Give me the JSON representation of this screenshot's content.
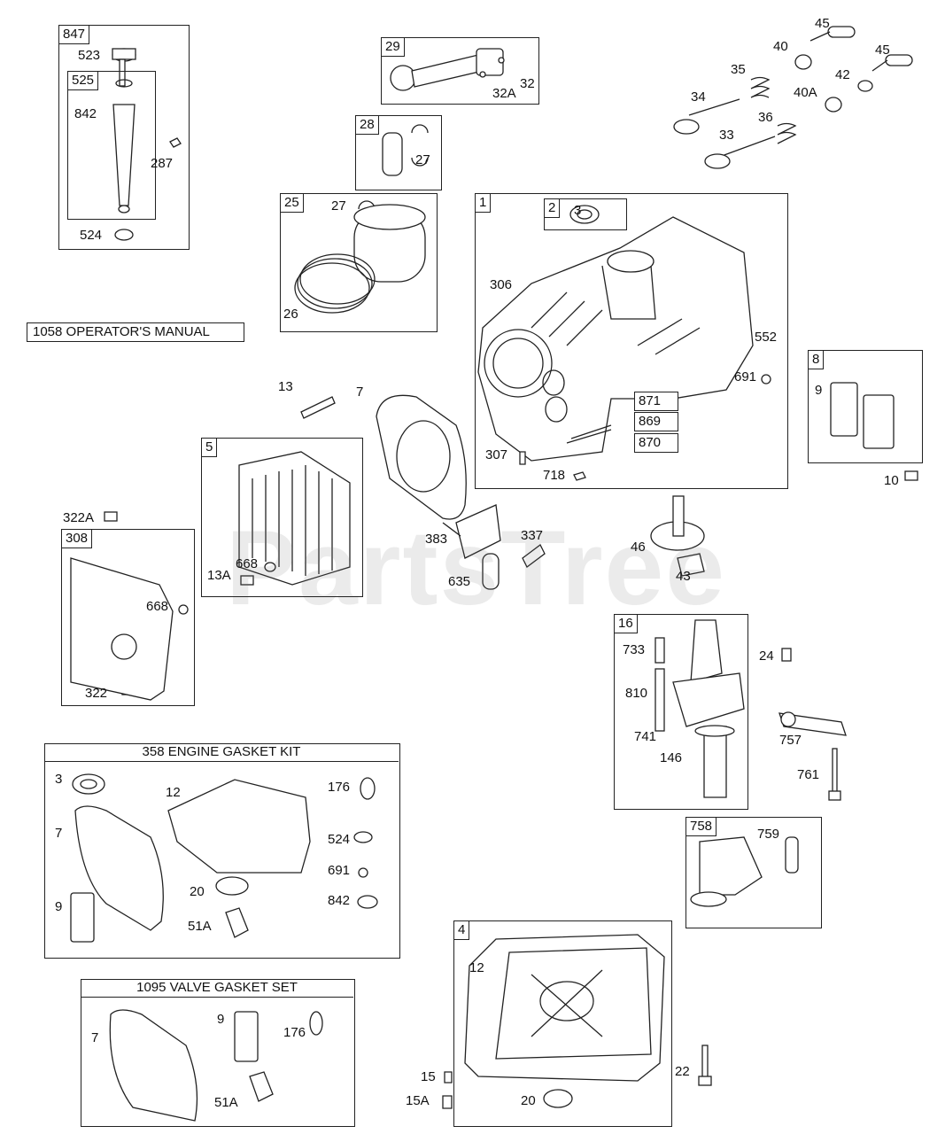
{
  "watermark": "PartsTree",
  "manual": "1058 OPERATOR'S MANUAL",
  "kits": {
    "engine_gasket": "358 ENGINE GASKET KIT",
    "valve_gasket": "1095 VALVE GASKET SET"
  },
  "boxes": {
    "b847": "847",
    "b525": "525",
    "b29": "29",
    "b28": "28",
    "b25": "25",
    "b1": "1",
    "b2": "2",
    "b871": "871",
    "b869": "869",
    "b870": "870",
    "b5": "5",
    "b308": "308",
    "b8": "8",
    "b16": "16",
    "b758": "758",
    "b4": "4"
  },
  "labels": {
    "l523": "523",
    "l842a": "842",
    "l287": "287",
    "l524a": "524",
    "l32": "32",
    "l32a": "32A",
    "l27a": "27",
    "l27b": "27",
    "l26": "26",
    "l45a": "45",
    "l45b": "45",
    "l40": "40",
    "l35": "35",
    "l42": "42",
    "l40a": "40A",
    "l34": "34",
    "l36": "36",
    "l33": "33",
    "l3a": "3",
    "l306": "306",
    "l552": "552",
    "l691a": "691",
    "l307": "307",
    "l718": "718",
    "l9a": "9",
    "l10": "10",
    "l13": "13",
    "l7a": "7",
    "l13a": "13A",
    "l668a": "668",
    "l383": "383",
    "l337": "337",
    "l635": "635",
    "l46": "46",
    "l43": "43",
    "l322a": "322A",
    "l668b": "668",
    "l322": "322",
    "l733": "733",
    "l810": "810",
    "l741": "741",
    "l146": "146",
    "l24": "24",
    "l757": "757",
    "l761": "761",
    "l759": "759",
    "l3b": "3",
    "l12a": "12",
    "l176a": "176",
    "l7b": "7",
    "l524b": "524",
    "l691b": "691",
    "l20a": "20",
    "l842b": "842",
    "l9b": "9",
    "l51aa": "51A",
    "l12b": "12",
    "l7c": "7",
    "l9c": "9",
    "l176b": "176",
    "l51ab": "51A",
    "l15": "15",
    "l15a": "15A",
    "l20b": "20",
    "l22": "22"
  }
}
